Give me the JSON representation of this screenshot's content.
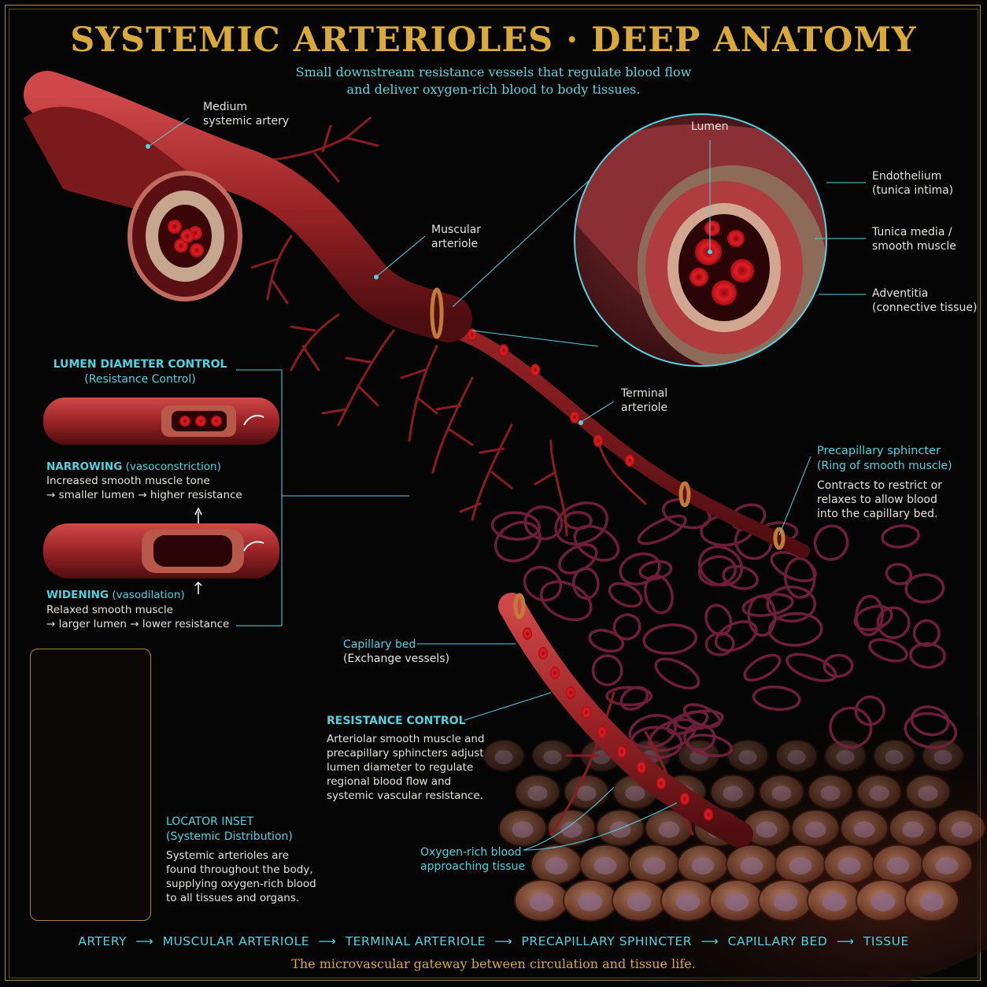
{
  "title": "SYSTEMIC ARTERIOLES · DEEP ANATOMY",
  "subtitle": {
    "line1": "Small downstream resistance vessels that regulate blood flow",
    "line2": "and deliver oxygen-rich blood to body tissues."
  },
  "labels": {
    "medium_artery": [
      "Medium",
      "systemic artery"
    ],
    "muscular_arteriole": [
      "Muscular",
      "arteriole"
    ],
    "terminal_arteriole": [
      "Terminal",
      "arteriole"
    ],
    "lumen": "Lumen",
    "endothelium": [
      "Endothelium",
      "(tunica intima)"
    ],
    "tunica_media": [
      "Tunica media /",
      "smooth muscle"
    ],
    "adventitia": [
      "Adventitia",
      "(connective tissue)"
    ],
    "capillary_bed": [
      "Capillary bed",
      "(Exchange vessels)"
    ],
    "oxygen_rich": [
      "Oxygen-rich blood",
      "approaching tissue"
    ]
  },
  "lumen_control": {
    "heading": "LUMEN DIAMETER CONTROL",
    "subheading": "(Resistance Control)",
    "narrowing_title": "NARROWING",
    "narrowing_paren": "(vasoconstriction)",
    "narrowing_text": [
      "Increased smooth muscle tone",
      "→ smaller lumen → higher resistance"
    ],
    "widening_title": "WIDENING",
    "widening_paren": "(vasodilation)",
    "widening_text": [
      "Relaxed smooth muscle",
      "→ larger lumen → lower resistance"
    ]
  },
  "precapillary": {
    "heading": "Precapillary sphincter",
    "subheading": "(Ring of smooth muscle)",
    "text": [
      "Contracts to restrict or",
      "relaxes to allow blood",
      "into the capillary bed."
    ]
  },
  "resistance": {
    "heading": "RESISTANCE CONTROL",
    "text": [
      "Arteriolar smooth muscle and",
      "precapillary sphincters adjust",
      "lumen diameter to regulate",
      "regional blood flow and",
      "systemic vascular resistance."
    ]
  },
  "locator": {
    "heading": "LOCATOR INSET",
    "subheading": "(Systemic Distribution)",
    "text": [
      "Systemic arterioles are",
      "found throughout the body,",
      "supplying oxygen-rich blood",
      "to all tissues and organs."
    ]
  },
  "flow": [
    "ARTERY",
    "MUSCULAR ARTERIOLE",
    "TERMINAL ARTERIOLE",
    "PRECAPILLARY SPHINCTER",
    "CAPILLARY BED",
    "TISSUE"
  ],
  "flow_arrow": "⟶",
  "tagline": "The microvascular gateway between circulation and tissue life.",
  "colors": {
    "gold": "#d9a93a",
    "cyan": "#52d2e0",
    "vessel": "#9a2326",
    "blood": "#d4141c"
  }
}
